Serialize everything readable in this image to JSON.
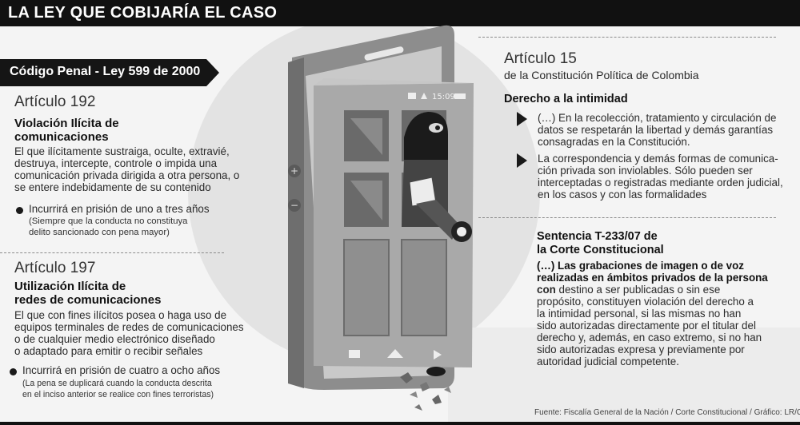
{
  "header": {
    "title": "LA LEY QUE COBIJARÍA EL CASO"
  },
  "banner": {
    "label": "Código Penal - Ley 599 de 2000"
  },
  "art192": {
    "number": "Artículo 192",
    "heading": [
      "Violación Ilícita de",
      "comunicaciones"
    ],
    "text": [
      "El que ilícitamente sustraiga, oculte, extravié,",
      "destruya, intercepte, controle o impida una",
      "comunicación privada dirigida a otra persona, o",
      "se entere indebidamente de su contenido"
    ],
    "penalty": "Incurrirá en prisión de uno a tres años",
    "note": [
      "(Siempre que la conducta no constituya",
      "delito sancionado con pena mayor)"
    ]
  },
  "art197": {
    "number": "Artículo 197",
    "heading": [
      "Utilización Ilícita de",
      "redes de comunicaciones"
    ],
    "text": [
      "El que con fines ilícitos posea o haga uso de",
      "equipos terminales de redes de comunicaciones",
      "o de cualquier medio electrónico diseñado",
      "o adaptado para emitir o recibir señales"
    ],
    "penalty": "Incurrirá en prisión de cuatro a ocho años",
    "note": [
      "(La pena se duplicará cuando la conducta descrita",
      "en el inciso anterior se realice con fines terroristas)"
    ]
  },
  "art15": {
    "number": "Artículo 15",
    "subtitle": "de la Constitución Política de Colombia",
    "heading": "Derecho a la intimidad",
    "item1": [
      "(…) En la recolección, tratamiento y circulación de",
      "datos se respetarán la libertad y demás garantías",
      "consagradas en la Constitución."
    ],
    "item2": [
      "La correspondencia y demás formas de comunica-",
      "ción privada son inviolables. Sólo pueden ser",
      "interceptadas o registradas mediante orden judicial,",
      "en los casos y con las formalidades"
    ]
  },
  "sentencia": {
    "heading": [
      "Sentencia T-233/07 de",
      "la Corte Constitucional"
    ],
    "bold": [
      "(…) Las grabaciones de imagen o de voz",
      "realizadas en ámbitos privados de la persona",
      "con"
    ],
    "rest_first": " destino a ser publicadas o sin ese",
    "text": [
      "propósito, constituyen violación del derecho a",
      "la intimidad personal, si las mismas no han",
      "sido autorizadas directamente por el titular del",
      "derecho y, además, en caso extremo, si no han",
      "sido autorizadas expresa y previamente por",
      "autoridad judicial competente."
    ]
  },
  "phone": {
    "time": "15:09"
  },
  "icons": [
    "signal-icon",
    "wifi-icon",
    "battery-icon",
    "back-icon",
    "home-icon",
    "play-icon",
    "volume-up-icon",
    "volume-down-icon"
  ],
  "source": "Fuente: Fiscalía General de la Nación / Corte Constitucional / Gráfico: LR/CM"
}
